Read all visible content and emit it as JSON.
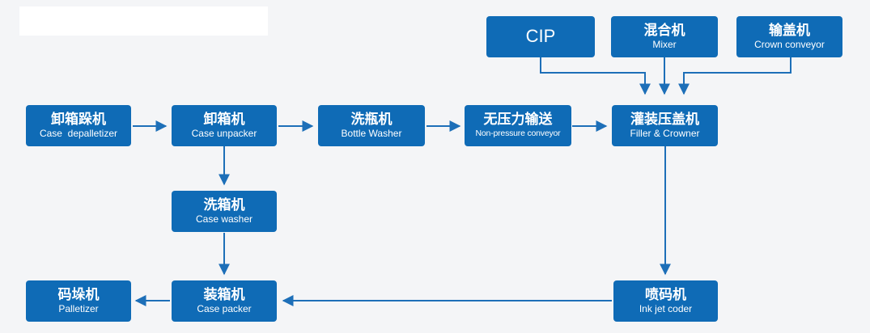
{
  "colors": {
    "box": "#0f6bb6",
    "arrow": "#1d6fb8",
    "background": "#f4f5f7"
  },
  "nodes": {
    "cip": {
      "label": "CIP"
    },
    "mixer": {
      "zh": "混合机",
      "en": "Mixer"
    },
    "crown_conveyor": {
      "zh": "输盖机",
      "en": "Crown conveyor"
    },
    "depalletizer": {
      "zh": "卸箱跺机",
      "en": "Case  depalletizer"
    },
    "unpacker": {
      "zh": "卸箱机",
      "en": "Case unpacker"
    },
    "bottle_washer": {
      "zh": "洗瓶机",
      "en": "Bottle Washer"
    },
    "non_pressure": {
      "zh": "无压力输送",
      "en": "Non-pressure conveyor"
    },
    "filler": {
      "zh": "灌装压盖机",
      "en": "Filler & Crowner"
    },
    "case_washer": {
      "zh": "洗箱机",
      "en": "Case washer"
    },
    "palletizer": {
      "zh": "码垛机",
      "en": "Palletizer"
    },
    "case_packer": {
      "zh": "装箱机",
      "en": "Case packer"
    },
    "ink_jet": {
      "zh": "喷码机",
      "en": "Ink jet coder"
    }
  }
}
